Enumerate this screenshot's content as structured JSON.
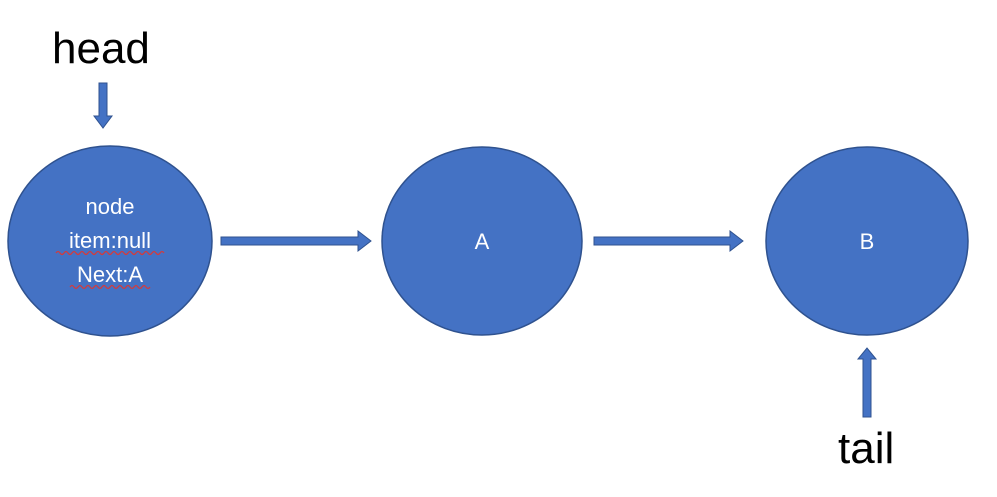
{
  "colors": {
    "node_fill": "#4472c4",
    "node_stroke": "#2f528f",
    "arrow_fill": "#4472c4",
    "label_text": "#000000",
    "node_text": "#ffffff"
  },
  "pointers": {
    "head": "head",
    "tail": "tail"
  },
  "nodes": [
    {
      "id": "node",
      "lines": [
        "node",
        "item:null",
        "Next:A"
      ]
    },
    {
      "id": "a",
      "lines": [
        "A"
      ]
    },
    {
      "id": "b",
      "lines": [
        "B"
      ]
    }
  ],
  "links": [
    {
      "from": "node",
      "to": "a"
    },
    {
      "from": "a",
      "to": "b"
    }
  ]
}
